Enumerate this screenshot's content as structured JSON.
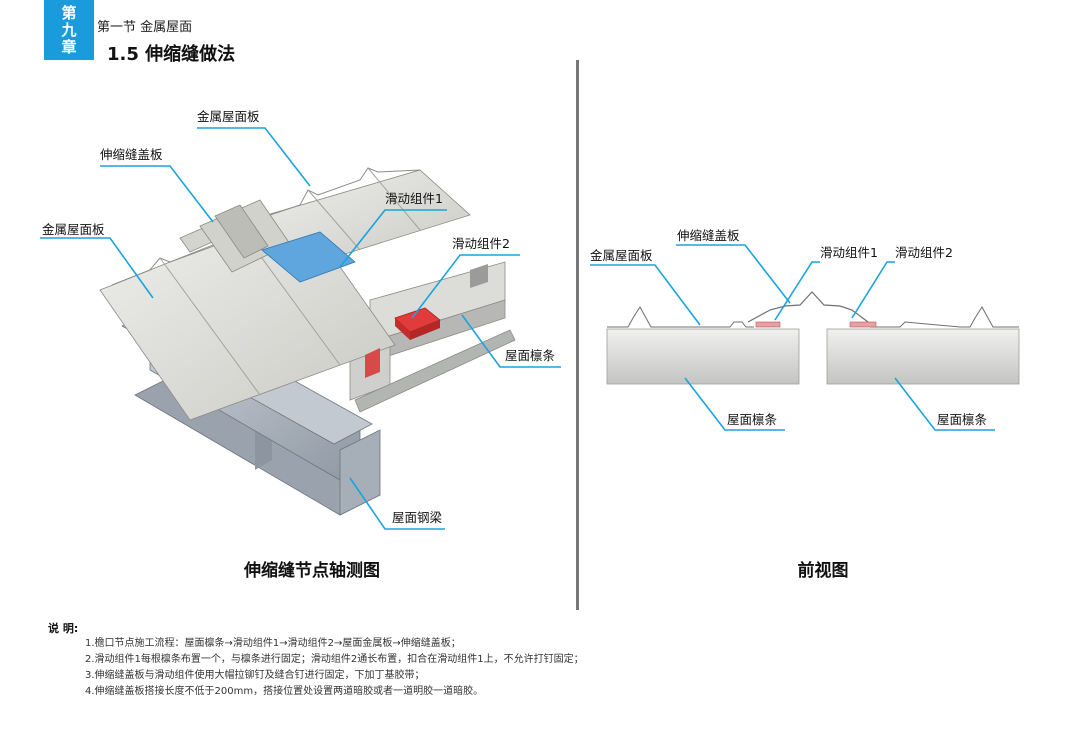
{
  "header": {
    "chapter_tab": [
      "第",
      "九",
      "章"
    ],
    "section": "第一节 金属屋面",
    "title": "1.5 伸缩缝做法"
  },
  "axonometric": {
    "caption": "伸缩缝节点轴测图",
    "labels": {
      "metal_panel_top": "金属屋面板",
      "cover_plate": "伸缩缝盖板",
      "slide_1": "滑动组件1",
      "metal_panel_left": "金属屋面板",
      "slide_2": "滑动组件2",
      "purlin": "屋面檩条",
      "steel_beam": "屋面钢梁"
    }
  },
  "front_view": {
    "caption": "前视图",
    "labels": {
      "cover_plate": "伸缩缝盖板",
      "metal_panel": "金属屋面板",
      "slide_1": "滑动组件1",
      "slide_2": "滑动组件2",
      "purlin_left": "屋面檩条",
      "purlin_right": "屋面檩条"
    }
  },
  "notes": {
    "heading": "说 明:",
    "items": [
      "1.檐口节点施工流程：屋面檩条→滑动组件1→滑动组件2→屋面金属板→伸缩缝盖板；",
      "2.滑动组件1每根檩条布置一个，与檩条进行固定；滑动组件2通长布置，扣合在滑动组件1上，不允许打钉固定；",
      "3.伸缩缝盖板与滑动组件使用大帽拉铆钉及缝合钉进行固定，下加丁基胶带；",
      "4.伸缩缝盖板搭接长度不低于200mm，搭接位置处设置两道暗胶或者一道明胶一道暗胶。"
    ]
  },
  "colors": {
    "accent": "#1a9cdc",
    "leader": "#1aa3e0",
    "steel": "#b8c0c9",
    "panel": "#e4e4e0",
    "slide_1": "#5ea6dd",
    "slide_2": "#e23b3b"
  }
}
